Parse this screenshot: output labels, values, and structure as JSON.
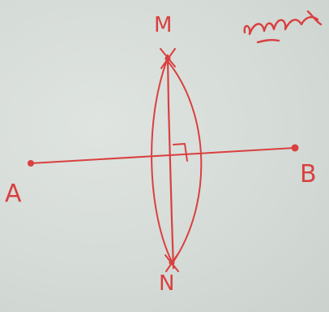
{
  "labels": {
    "top": "M",
    "bottom": "N",
    "left": "A",
    "right": "B"
  },
  "corner_note": "مرصلتيم",
  "colors": {
    "ink": "#d9403f",
    "paper": "#d6dcd8"
  }
}
